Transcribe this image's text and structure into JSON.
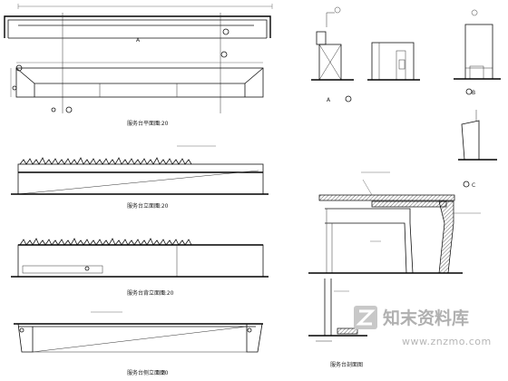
{
  "plan": {
    "title": "服务台平面图",
    "scale": "1:20"
  },
  "elevation_front": {
    "title": "服务台立面图",
    "scale": "1:20"
  },
  "elevation_back": {
    "title": "服务台背立面图",
    "scale": "1:20"
  },
  "elevation_side": {
    "title": "服务台侧立面图",
    "scale": "1:20"
  },
  "section": {
    "title": "服务台剖面图"
  },
  "section_marker_labels": [
    "A",
    "B",
    "C"
  ],
  "watermark": {
    "brand": "知末资料库",
    "url": "www.znzmo.com",
    "logo_icon": "znzmo-logo-icon"
  }
}
